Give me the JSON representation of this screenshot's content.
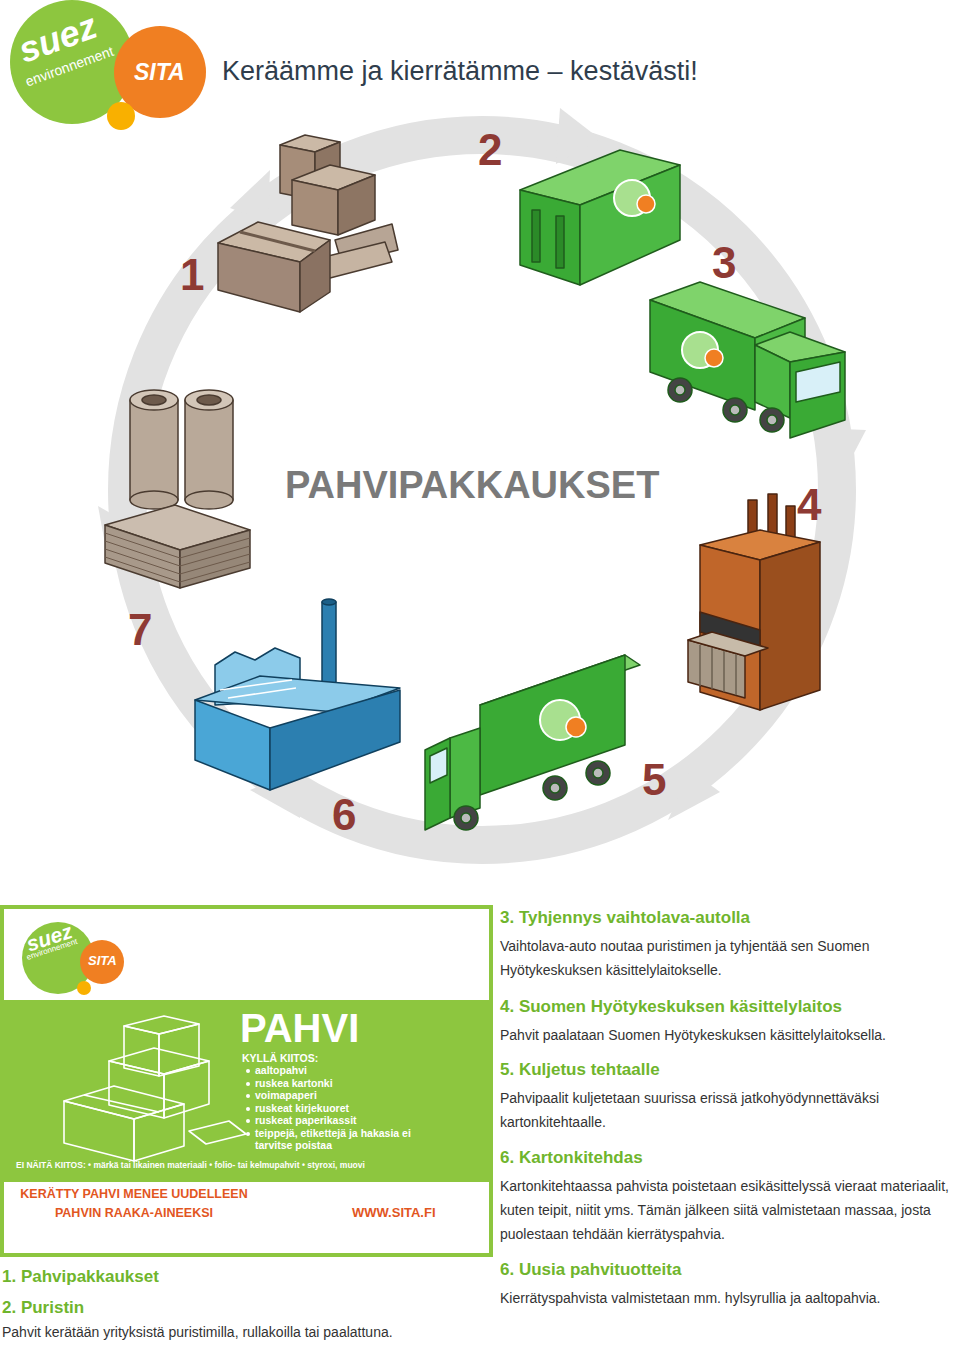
{
  "diagram": {
    "title": "Keräämme ja kierrätämme – kestävästi!",
    "nodes": [
      {
        "text": [
          "KERÄTTY PAHVI MENEE UUDELLEEN PAHVIN RAAKA-AINEEKSI",
          "WWW.SITA.FI"
        ]
      },
      {
        "text": [
          "PAHVI",
          "KYLLÄ KIITOS:",
          "aaltopahvi",
          "ruskea kartonki",
          "voimapaperi",
          "ruskeat kirjekuoret",
          "ruskeat paperikassit",
          "teippejä, etikettejä ja hakasia ei tarvitse poistaa",
          "EI NÄITÄ KIITOS: • märkä tai likainen materiaali • folio- tai kelmupahvit • styroxi, muovi"
        ],
        "in": 0
      }
    ],
    "labels": [
      "suez",
      "environnement",
      "SITA",
      "1",
      "2",
      "3",
      "PAHVIPAKKAUKSET",
      "4",
      "7",
      "6",
      "5",
      "suez",
      "environnement",
      "SITA",
      "1. Pahvipakkaukset",
      "2. Puristin",
      "Pahvit kerätään yrityksistä puristimilla, rullakoilla tai paalattuna.",
      "3. Tyhjennys vaihtolava-autolla",
      "Vaihtolava-auto noutaa puristimen ja tyhjentää sen Suomen Hyötykeskuksen käsittelylaitokselle.",
      "4. Suomen Hyötykeskuksen käsittelylaitos",
      "Pahvit paalataan Suomen Hyötykeskuksen käsittelylaitoksella.",
      "5. Kuljetus tehtaalle",
      "Pahvipaalit kuljetetaan suurissa erissä jatkohyödynnettäväksi kartonkitehtaalle.",
      "6. Kartonkitehdas",
      "Kartonkitehtaassa pahvista poistetaan esikäsittelyssä vieraat materiaalit, kuten teipit, niitit yms. Tämän jälkeen siitä valmistetaan massaa, josta puolestaan tehdään kierrätyspahvia.",
      "6. Uusia pahvituotteita",
      "Kierrätyspahvista valmistetaan mm. hylsyrullia ja aaltopahvia."
    ]
  }
}
